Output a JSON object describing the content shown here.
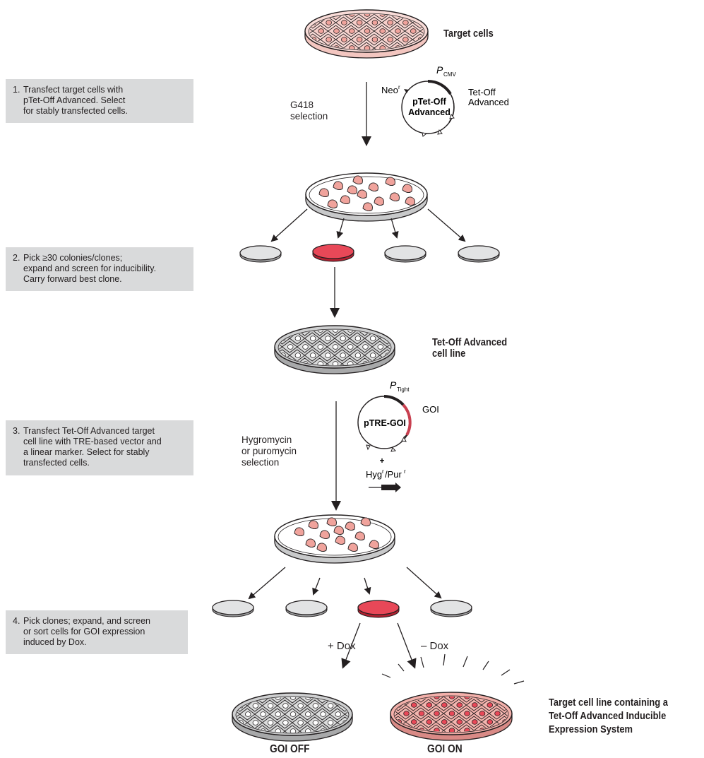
{
  "labels": {
    "target_cells": "Target cells",
    "tetoff_line_1": "Tet-Off Advanced",
    "tetoff_line_2": "cell line",
    "final_1": "Target cell line containing a",
    "final_2": "Tet-Off Advanced Inducible",
    "final_3": "Expression System",
    "goi_off": "GOI OFF",
    "goi_on": "GOI ON",
    "g418_1": "G418",
    "g418_2": "selection",
    "hygro_1": "Hygromycin",
    "hygro_2": "or puromycin",
    "hygro_3": "selection",
    "plus_dox": "+ Dox",
    "minus_dox": "– Dox"
  },
  "plasmid1": {
    "name_1": "pTet-Off",
    "name_2": "Advanced",
    "promoter": "P",
    "promoter_sub": "CMV",
    "marker": "Neo",
    "marker_sup": "r",
    "gene_1": "Tet-Off",
    "gene_2": "Advanced"
  },
  "plasmid2": {
    "name": "pTRE-GOI",
    "promoter": "P",
    "promoter_sub": "Tight",
    "gene": "GOI",
    "plus": "+",
    "linear_marker_1": "Hyg",
    "linear_marker_sup1": "r",
    "linear_marker_2": "/Pur",
    "linear_marker_sup2": "r"
  },
  "steps": [
    {
      "num": "1.",
      "lines": [
        "Transfect target cells with",
        "pTet-Off Advanced. Select",
        "for stably transfected cells."
      ]
    },
    {
      "num": "2.",
      "lines": [
        "Pick ≥30 colonies/clones;",
        "expand and screen for inducibility.",
        "Carry forward best clone."
      ]
    },
    {
      "num": "3.",
      "lines": [
        "Transfect Tet-Off Advanced target",
        "cell line with TRE-based vector and",
        "a linear marker. Select for stably",
        "transfected cells."
      ]
    },
    {
      "num": "4.",
      "lines": [
        "Pick clones; expand, and screen",
        "or sort cells for GOI expression",
        "induced by Dox."
      ]
    }
  ],
  "colors": {
    "pink_cell": "#f0a39c",
    "pink_dish": "#f9dcd8",
    "red_dish": "#e84858",
    "gray_dish": "#e2e3e4",
    "step_box": "#d9dadb"
  }
}
